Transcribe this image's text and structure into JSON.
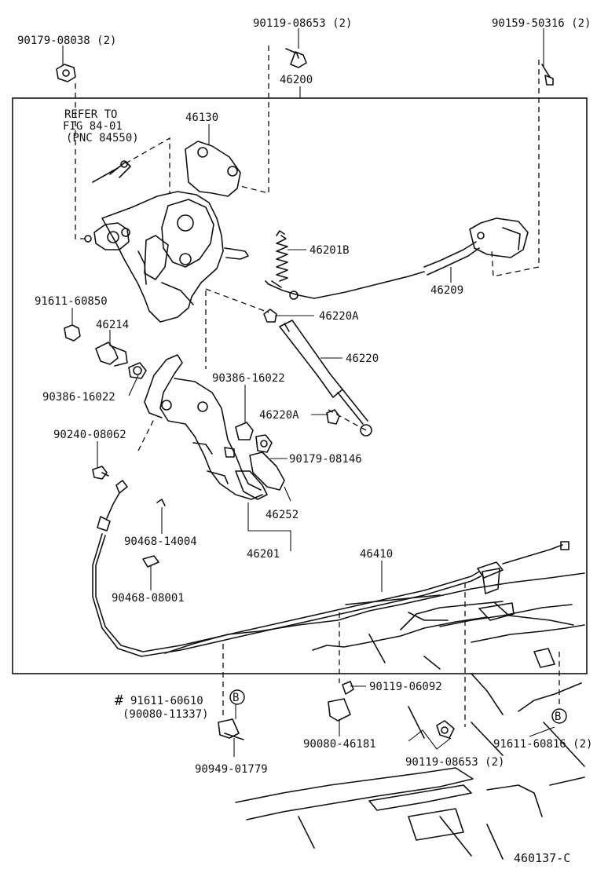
{
  "diagram": {
    "figure_code": "460137-C",
    "parts": {
      "p1": "90179-08038 (2)",
      "p2": "90119-08653 (2)",
      "p3": "90159-50316 (2)",
      "p4": "46200",
      "p5": "46130",
      "p6": "46201B",
      "p7": "46209",
      "p8": "91611-60850",
      "p9": "46214",
      "p10": "46220A",
      "p11": "46220",
      "p12": "90386-16022",
      "p13": "90386-16022",
      "p14": "46220A",
      "p15": "90240-08062",
      "p16": "90179-08146",
      "p17": "46252",
      "p18": "90468-14004",
      "p19": "46201",
      "p20": "46410",
      "p21": "90468-08001",
      "p22": "90119-06092",
      "p23": "91611-60610",
      "p24": "(90080-11337)",
      "p25": "90080-46181",
      "p26": "90119-08653 (2)",
      "p27": "91611-60816 (2)",
      "p28": "90949-01779"
    },
    "refer": {
      "line1": "REFER TO",
      "line2": "FIG 84-01",
      "line3": "(PNC 84550)"
    },
    "hash_mark": "#",
    "circle_b1": "B",
    "circle_b2": "B"
  }
}
